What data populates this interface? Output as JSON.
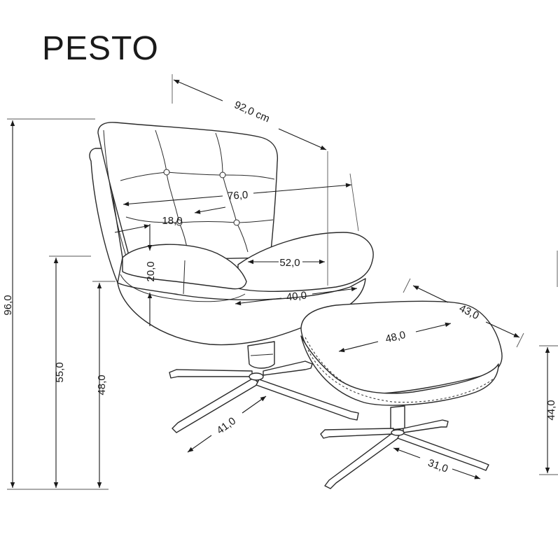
{
  "title": "PESTO",
  "dimensions": {
    "width": "92,0 cm",
    "back_width": "76,0",
    "armrest_width": "18,0",
    "seat_width": "52,0",
    "seat_depth": "40,0",
    "armrest_height": "20,0",
    "total_height": "96,0",
    "armrest_floor_height": "55,0",
    "seat_height": "48,0",
    "base_diameter": "41,0",
    "ottoman_width": "43,0",
    "ottoman_depth": "48,0",
    "ottoman_height": "44,0",
    "ottoman_base": "31,0"
  }
}
